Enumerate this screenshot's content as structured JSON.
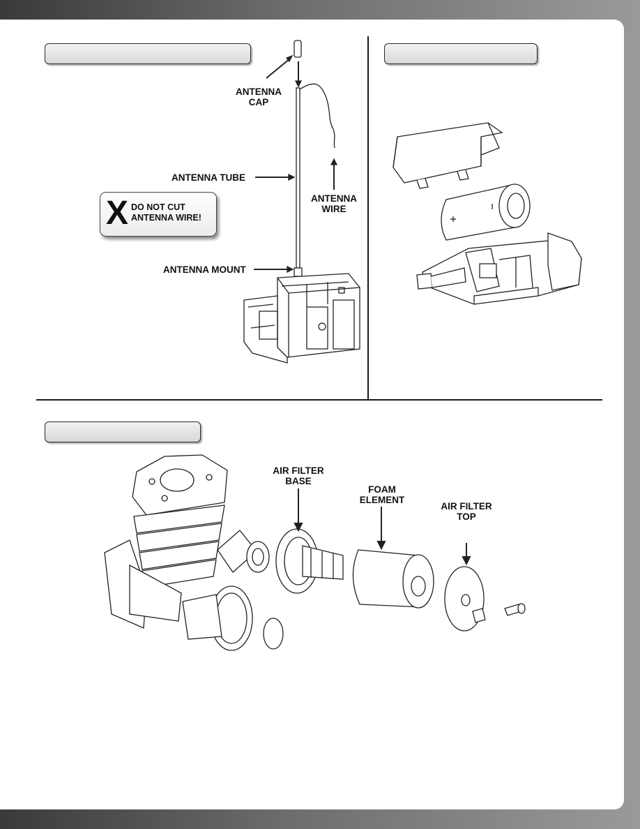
{
  "antenna_labels": {
    "cap": "ANTENNA\nCAP",
    "tube": "ANTENNA TUBE",
    "wire": "ANTENNA\nWIRE",
    "mount": "ANTENNA MOUNT"
  },
  "warning": {
    "symbol": "X",
    "text": "DO NOT CUT\nANTENNA WIRE!"
  },
  "air_filter_labels": {
    "base": "AIR FILTER\nBASE",
    "foam": "FOAM\nELEMENT",
    "top": "AIR FILTER\nTOP"
  },
  "colors": {
    "background_dark": "#3a3a3a",
    "page": "#ffffff",
    "line_art": "#222222"
  }
}
